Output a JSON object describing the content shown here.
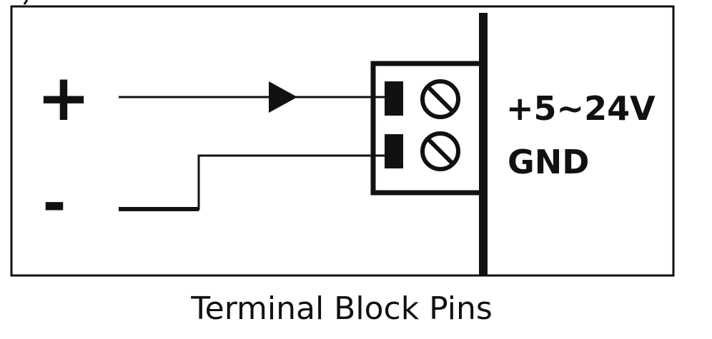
{
  "diagram": {
    "caption": "Terminal Block Pins",
    "polarity": {
      "positive": "+",
      "negative": "-"
    },
    "pins": [
      {
        "label": "+5~24V"
      },
      {
        "label": "GND"
      }
    ],
    "colors": {
      "ink": "#111111",
      "background": "#ffffff"
    }
  }
}
